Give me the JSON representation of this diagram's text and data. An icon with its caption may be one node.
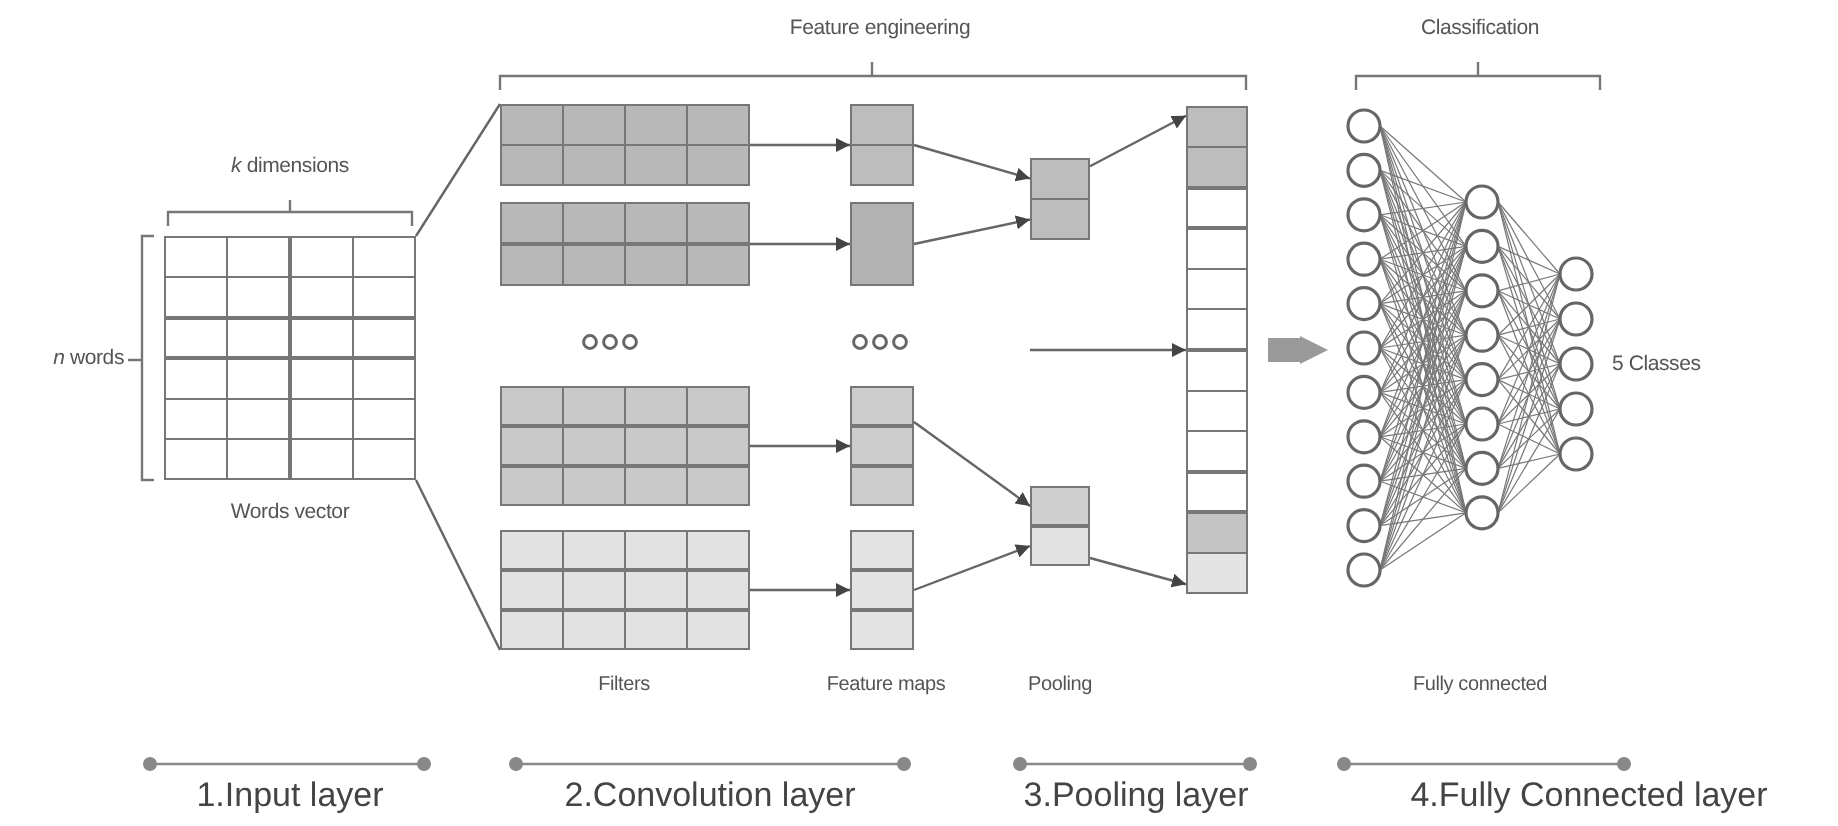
{
  "diagram": {
    "nodes": [
      {
        "text": [],
        "shape": "box"
      },
      {
        "text": [],
        "shape": "box"
      },
      {
        "text": [],
        "shape": "box"
      },
      {
        "text": [],
        "shape": "box"
      },
      {
        "text": [],
        "shape": "box"
      },
      {
        "text": [],
        "shape": "box"
      },
      {
        "text": [],
        "shape": "box"
      },
      {
        "text": [],
        "shape": "box"
      },
      {
        "text": [],
        "shape": "box"
      },
      {
        "text": [],
        "shape": "box"
      },
      {
        "text": [],
        "shape": "box"
      },
      {
        "text": [],
        "shape": "bar"
      },
      {
        "text": [],
        "shape": "picture"
      }
    ],
    "edges": [
      {
        "from": 0,
        "to": 1,
        "arrow": "none"
      },
      {
        "from": 0,
        "to": 4,
        "arrow": "none"
      },
      {
        "from": 1,
        "to": 5,
        "arrow": "to"
      },
      {
        "from": 2,
        "to": 6,
        "arrow": "to"
      },
      {
        "from": 3,
        "to": 7,
        "arrow": "to"
      },
      {
        "from": 4,
        "to": 8,
        "arrow": "to"
      },
      {
        "from": 5,
        "to": 9,
        "arrow": "to"
      },
      {
        "from": 6,
        "to": 9,
        "arrow": "to"
      },
      {
        "from": 7,
        "to": 10,
        "arrow": "to"
      },
      {
        "from": 8,
        "to": 10,
        "arrow": "to"
      },
      {
        "from": 9,
        "to": 11,
        "arrow": "to"
      },
      {
        "from": 10,
        "to": 11,
        "arrow": "to"
      },
      {
        "from": null,
        "to": 11,
        "arrow": "to"
      },
      {
        "from": 11,
        "to": 12,
        "arrow": "to",
        "style": "thick"
      }
    ],
    "labels": [
      "Feature engineering",
      "Classification",
      "*k* dimensions",
      "*n* words",
      "Words vector",
      "5 Classes",
      "Filters",
      "Feature maps",
      "Pooling",
      "Fully connected",
      "1.Input layer",
      "2.Convolution layer",
      "3.Pooling layer",
      "4.Fully Connected layer"
    ]
  }
}
